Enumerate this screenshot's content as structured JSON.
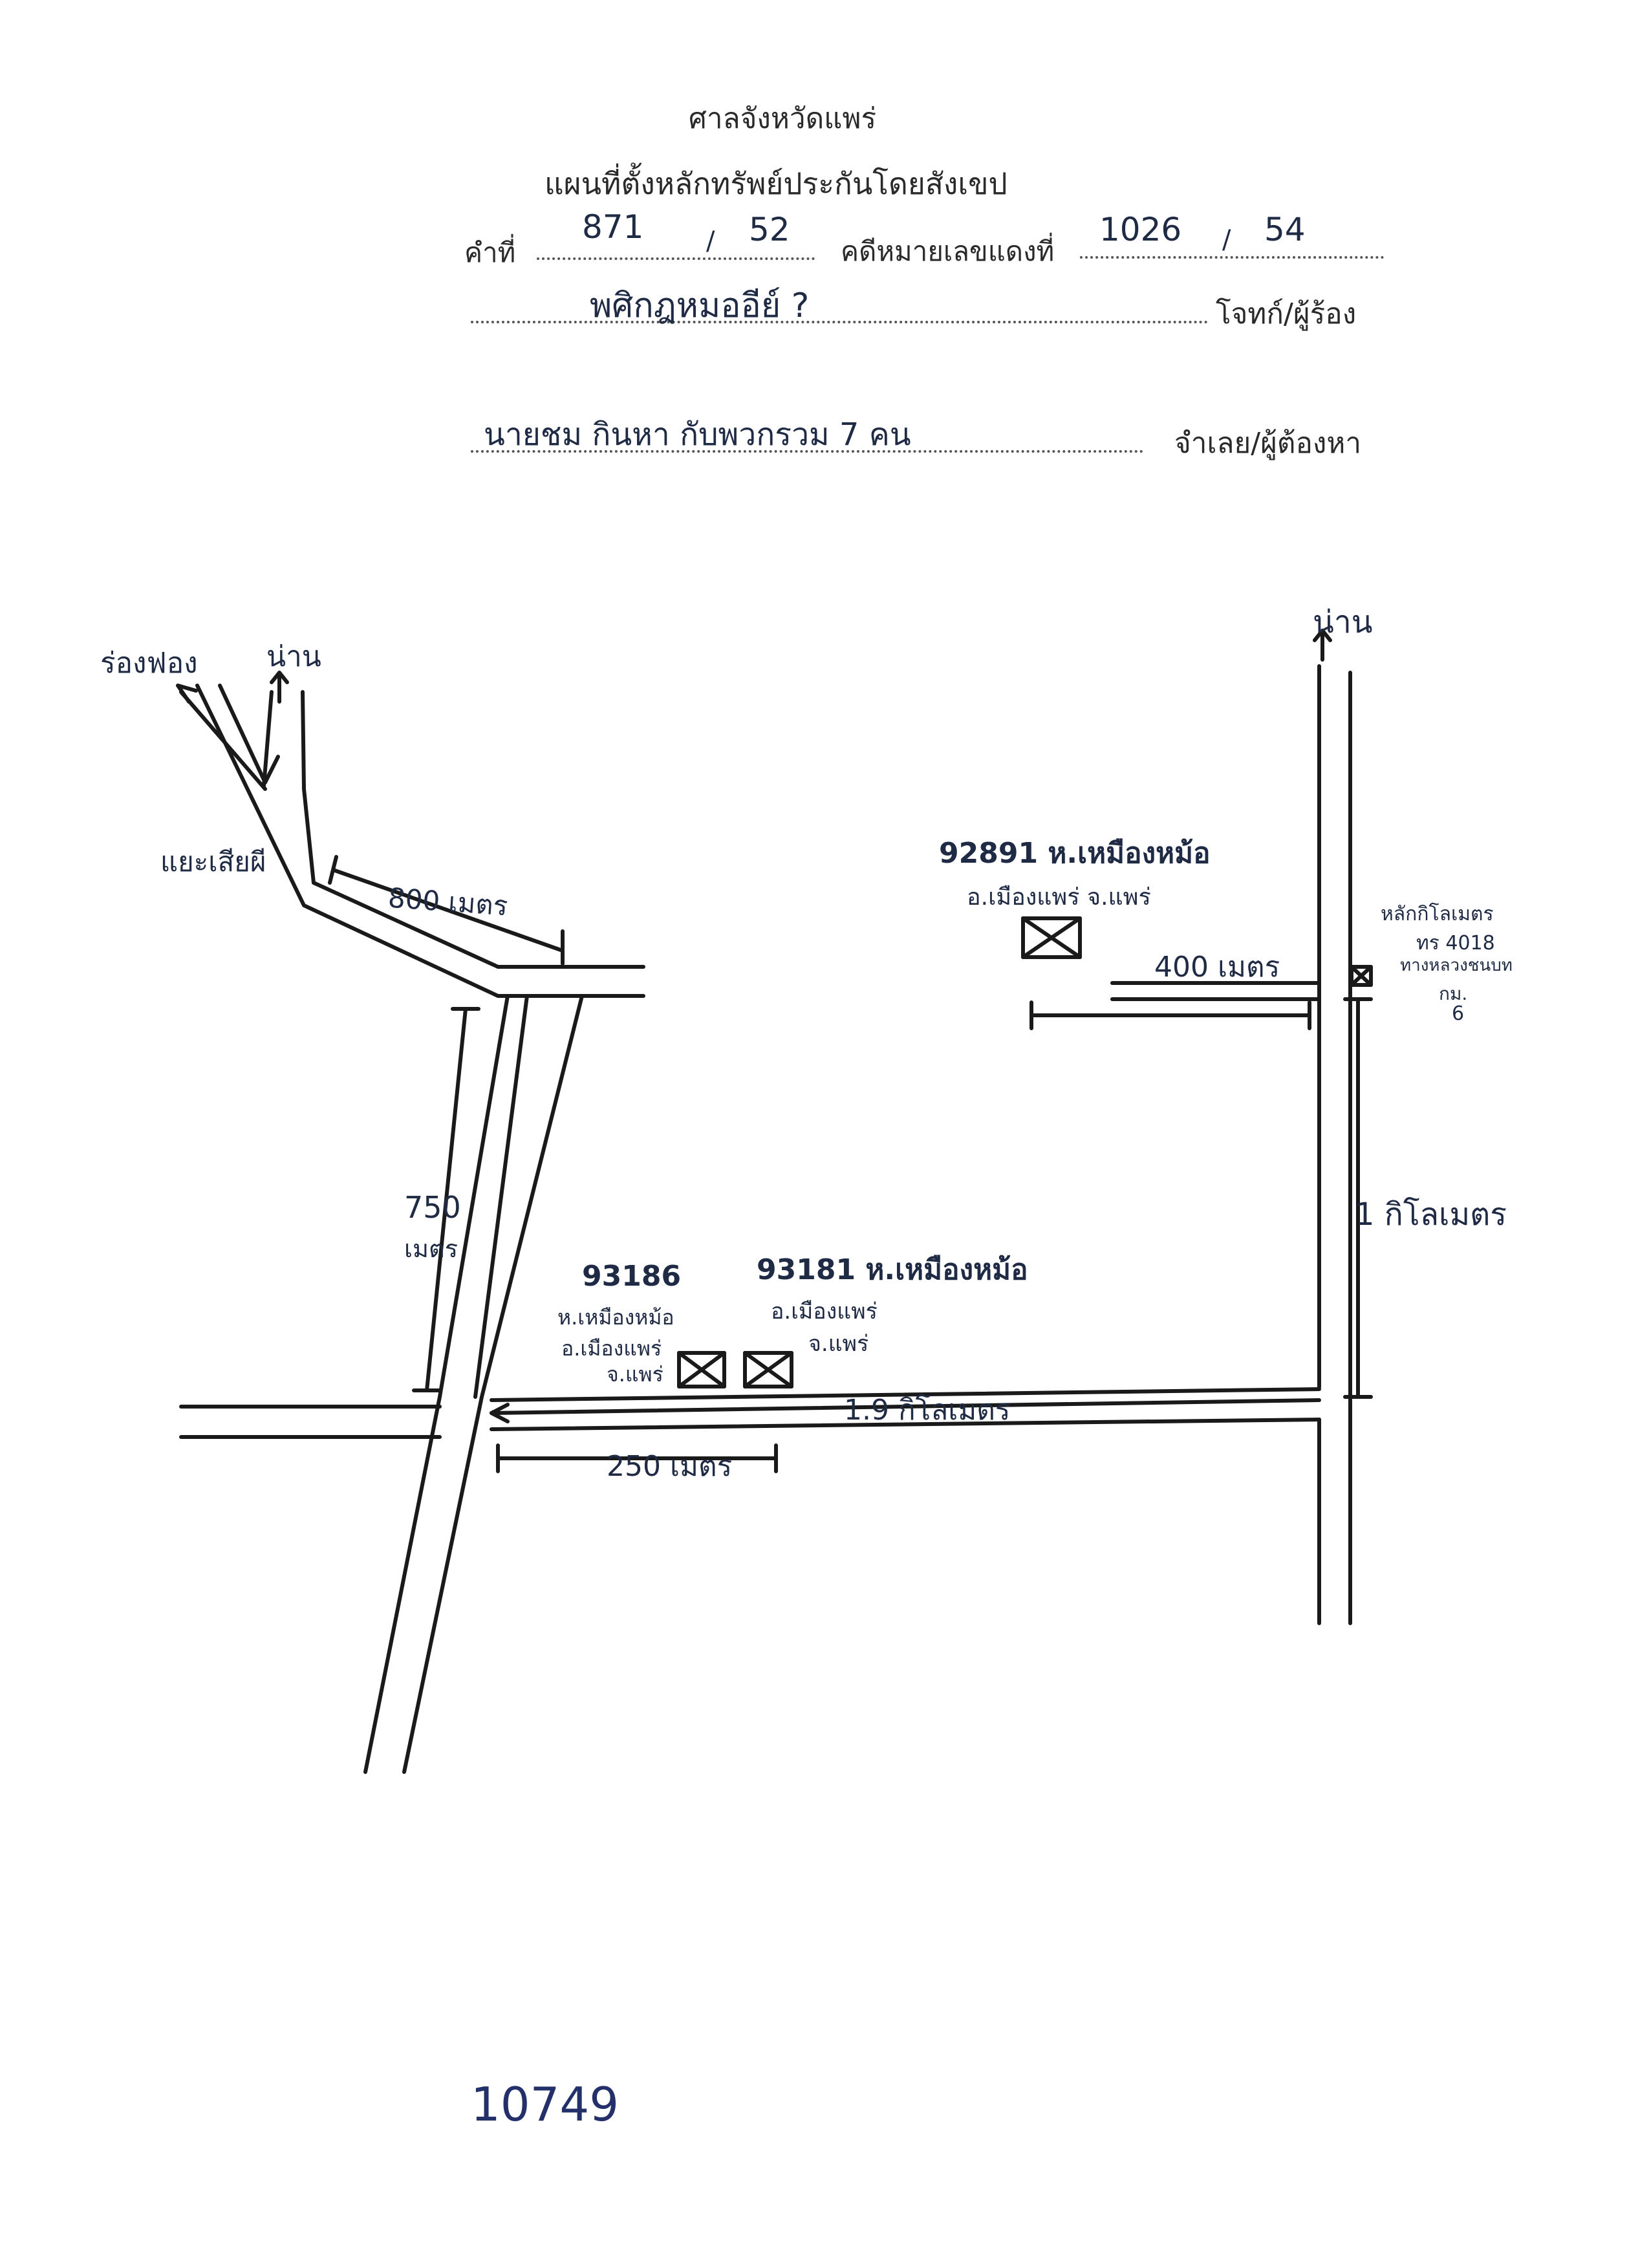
{
  "header": {
    "court": "ศาลจังหวัดแพร่",
    "form_title": "แผนที่ตั้งหลักทรัพย์ประกันโดยสังเขป",
    "order_label": "คำที่",
    "order_number": "871",
    "order_slash": "/",
    "order_year": "52",
    "case_label": "คดีหมายเลขแดงที่",
    "case_number": "1026",
    "case_slash": "/",
    "case_year": "54",
    "plaintiff_value": "พศิกฎหมออีย์ ?",
    "plaintiff_label": "โจทก์/ผู้ร้อง",
    "defendant_value": "นายชม  กินหา  กับพวกรวม 7 คน",
    "defendant_label": "จำเลย/ผู้ต้องหา"
  },
  "map": {
    "labels": {
      "rong_fong": "ร่องฟอง",
      "nan_left": "น่าน",
      "nan_right": "น่าน",
      "intersection": "แยะเสียผี",
      "dist_800": "800 เมตร",
      "dist_750": "750",
      "dist_750_unit": "เมตร",
      "dist_400": "400 เมตร",
      "dist_1km": "1 กิโลเมตร",
      "dist_19km": "1.9 กิโลเมตร",
      "dist_250": "250 เมตร",
      "km_post_line1": "หลักกิโลเมตร",
      "km_post_line2": "ทร 4018",
      "km_post_line3": "ทางหลวงชนบท",
      "km_post_line4": "กม.",
      "km_post_line5": "6"
    },
    "parcels": [
      {
        "id": "92891",
        "line1": "92891 ห.เหมืองหม้อ",
        "line2": "อ.เมืองแพร่  จ.แพร่"
      },
      {
        "id": "93186",
        "line1": "93186",
        "line2": "ห.เหมืองหม้อ",
        "line3": "อ.เมืองแพร่",
        "line4": "จ.แพร่"
      },
      {
        "id": "93181",
        "line1": "93181 ห.เหมืองหม้อ",
        "line2": "อ.เมืองแพร่",
        "line3": "จ.แพร่"
      }
    ]
  },
  "footer": {
    "handwritten_number": "10749"
  },
  "colors": {
    "ink": "#1a1a1a",
    "pen": "#1f2a44",
    "paper": "#ffffff"
  }
}
